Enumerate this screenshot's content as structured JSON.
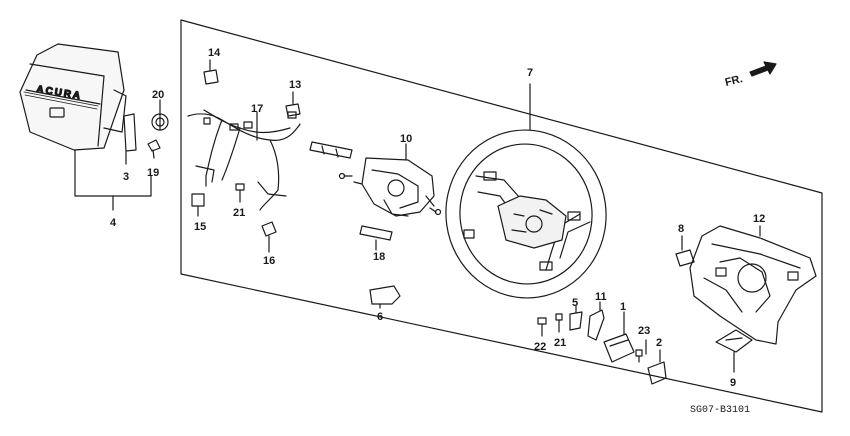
{
  "diagram": {
    "callouts": {
      "p1": "1",
      "p2": "2",
      "p3": "3",
      "p4": "4",
      "p5": "5",
      "p6": "6",
      "p7": "7",
      "p8": "8",
      "p9": "9",
      "p10": "10",
      "p11": "11",
      "p12": "12",
      "p13": "13",
      "p14": "14",
      "p15": "15",
      "p16": "16",
      "p17": "17",
      "p18": "18",
      "p19": "19",
      "p20": "20",
      "p21a": "21",
      "p21b": "21",
      "p22": "22",
      "p23": "23"
    },
    "direction_label": "FR.",
    "logo_text": "ACURA",
    "diagram_code": "SG07-B3101"
  }
}
